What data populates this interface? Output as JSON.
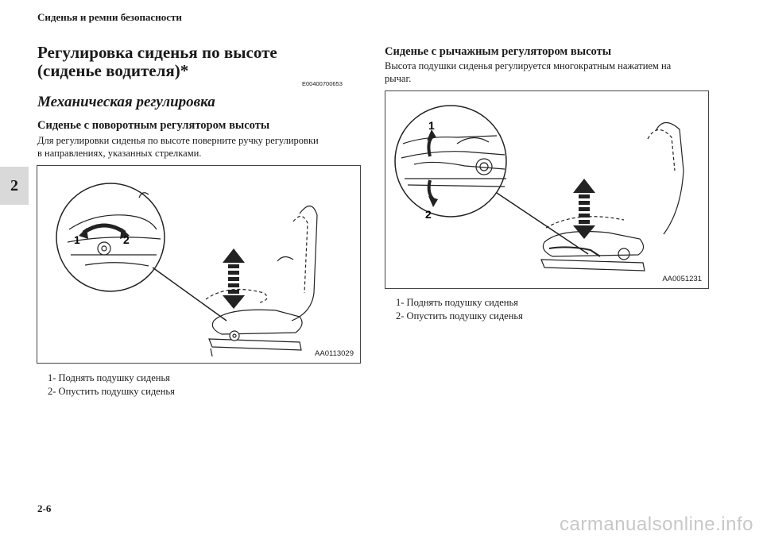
{
  "header": {
    "running_head": "Сиденья и ремни безопасности",
    "chapter_tab": "2"
  },
  "left": {
    "section_title_line1": "Регулировка сиденья по высоте",
    "section_title_line2": "(сиденье водителя)*",
    "ref_code": "E00400700653",
    "subtitle": "Механическая регулировка",
    "heading": "Сиденье с поворотным регулятором высоты",
    "text_line1": "Для регулировки сиденья по высоте поверните ручку регулировки",
    "text_line2": "в направлениях, указанных стрелками.",
    "figure": {
      "code": "AA0113029",
      "label1": "1",
      "label2": "2"
    },
    "legend": [
      "1-  Поднять подушку сиденья",
      "2-  Опустить подушку сиденья"
    ]
  },
  "right": {
    "heading": "Сиденье с рычажным регулятором высоты",
    "text_line1": "Высота подушки сиденья регулируется многократным нажатием на",
    "text_line2": "рычаг.",
    "figure": {
      "code": "AA0051231",
      "label1": "1",
      "label2": "2"
    },
    "legend": [
      "1-  Поднять подушку сиденья",
      "2-  Опустить подушку сиденья"
    ]
  },
  "footer": {
    "page_number": "2-6",
    "watermark": "carmanualsonline.info"
  }
}
